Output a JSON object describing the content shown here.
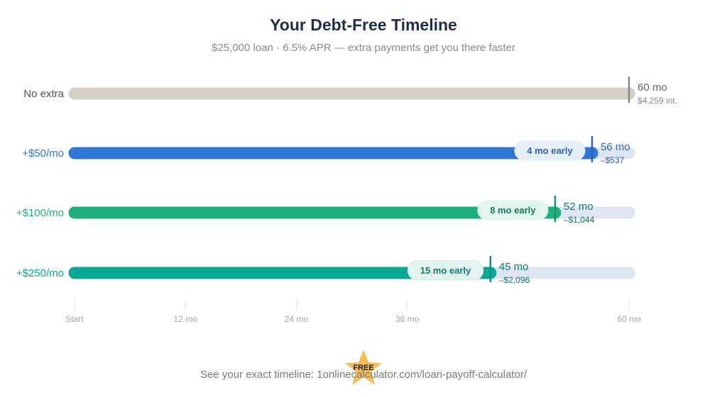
{
  "header": {
    "title": "Your Debt-Free Timeline",
    "subtitle": "$25,000 loan · 6.5% APR — extra payments get you there faster"
  },
  "footer": {
    "text": "See your exact timeline: 1onlinecalculator.com/loan-payoff-calculator/",
    "badge": "FREE"
  },
  "colors": {
    "baseline": "#d5d0c6",
    "track": "#dfe6f3",
    "series": [
      "#d5d0c6",
      "#2f78d6",
      "#1eb07c",
      "#08a896"
    ],
    "label_text": [
      "#555555",
      "#2f78d6",
      "#1eb07c",
      "#08a896"
    ],
    "months_text": [
      "#666666",
      "#2f63b8",
      "#147a5c",
      "#0c7a6e"
    ],
    "marker": [
      "#888888",
      "#2f63b8",
      "#17966a",
      "#0a9484"
    ],
    "badge_fill": [
      "",
      "#e5eef9",
      "#e3f5ed",
      "#e2f5f1"
    ],
    "badge_stroke": [
      "",
      "#e5eef9",
      "#e3f5ed",
      "#cfe9e3"
    ],
    "badge_text": [
      "",
      "#2f63b8",
      "#147a5c",
      "#0c7a6e"
    ]
  },
  "chart_data": {
    "type": "bar",
    "orientation": "horizontal",
    "title": "Your Debt-Free Timeline",
    "subtitle": "$25,000 loan · 6.5% APR — extra payments get you there faster",
    "categories": [
      "No extra",
      "+$50/mo",
      "+$100/mo",
      "+$250/mo"
    ],
    "values": [
      60,
      56,
      52,
      45
    ],
    "value_labels": [
      "60 mo",
      "56 mo",
      "52 mo",
      "45 mo"
    ],
    "sub_labels": [
      "$4,259 int.",
      "–$537",
      "–$1,044",
      "–$2,096"
    ],
    "early_labels": [
      "",
      "4 mo early",
      "8 mo early",
      "15 mo early"
    ],
    "xlim": [
      0,
      60
    ],
    "xticks": [
      0,
      12,
      24,
      36,
      60
    ],
    "xtick_labels": [
      "Start",
      "12 mo",
      "24 mo",
      "36 mo",
      "60 mo"
    ],
    "grid": false,
    "legend": "none"
  }
}
